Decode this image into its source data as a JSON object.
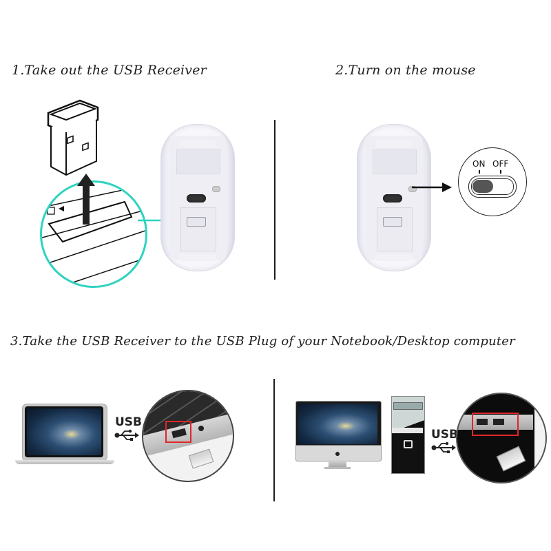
{
  "steps": [
    {
      "number": "1",
      "title": "1.Take out the USB Receiver"
    },
    {
      "number": "2",
      "title": "2.Turn on the mouse"
    },
    {
      "number": "3",
      "title": "3.Take the USB Receiver to the USB Plug of your Notebook/Desktop computer"
    }
  ],
  "switch": {
    "on_label": "ON",
    "off_label": "OFF",
    "state": "ON"
  },
  "usb": {
    "left_label": "USB",
    "right_label": "USB"
  },
  "colors": {
    "accent_teal": "#2ed3c0",
    "highlight_red": "#e0252b",
    "divider": "#1b1b1b",
    "text": "#1e1e1e"
  }
}
